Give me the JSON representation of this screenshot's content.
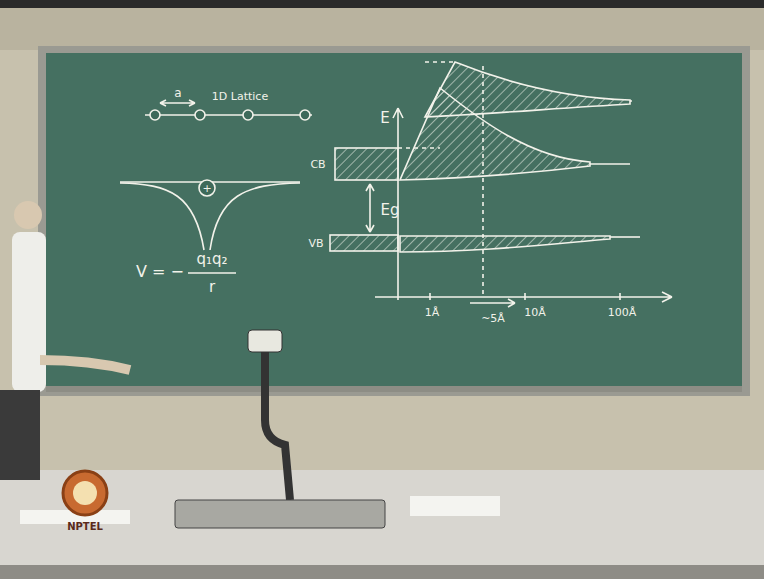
{
  "diagram": {
    "labels": [
      "a",
      "1D Lattice",
      "+",
      "V = −",
      "q₁q₂",
      "r",
      "E",
      "CB",
      "VB",
      "Eg",
      "1Å",
      "~5Å",
      "10Å",
      "100Å",
      "NPTEL"
    ]
  }
}
